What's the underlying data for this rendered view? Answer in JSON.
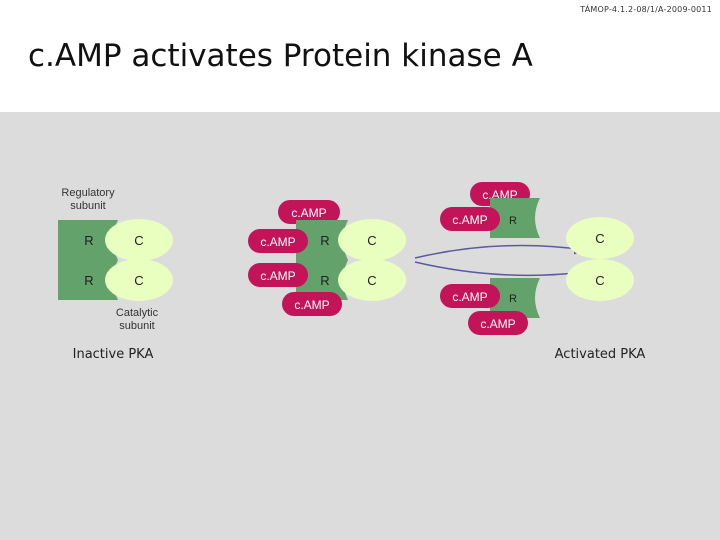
{
  "header": {
    "ref_code": "TÁMOP-4.1.2-08/1/A-2009-0011",
    "title": "c.AMP activates Protein kinase A"
  },
  "colors": {
    "background": "#dcdcdc",
    "regulatory": "#63a36b",
    "catalytic": "#e8ffc0",
    "camp": "#c41459",
    "arrow": "#5a5a9e"
  },
  "diagram": {
    "regulatory_label": "Regulatory subunit",
    "catalytic_label": "Catalytic subunit",
    "inactive_label": "Inactive PKA",
    "activated_label": "Activated PKA",
    "r": "R",
    "c": "C",
    "camp": "c.AMP"
  }
}
